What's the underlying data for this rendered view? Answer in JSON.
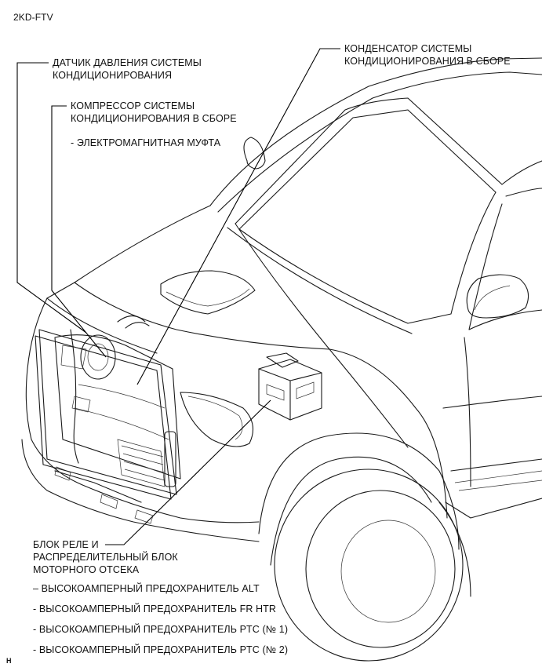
{
  "engine_code": "2KD-FTV",
  "labels": {
    "pressure_sensor": [
      "ДАТЧИК ДАВЛЕНИЯ СИСТЕМЫ",
      "КОНДИЦИОНИРОВАНИЯ"
    ],
    "compressor": [
      "КОМПРЕССОР СИСТЕМЫ",
      "КОНДИЦИОНИРОВАНИЯ В СБОРЕ"
    ],
    "compressor_sub": "- ЭЛЕКТРОМАГНИТНАЯ МУФТА",
    "condenser": [
      "КОНДЕНСАТОР СИСТЕМЫ",
      "КОНДИЦИОНИРОВАНИЯ В СБОРЕ"
    ],
    "relay_block": [
      "БЛОК РЕЛЕ И",
      "РАСПРЕДЕЛИТЕЛЬНЫЙ БЛОК",
      "МОТОРНОГО ОТСЕКА"
    ],
    "fuses": [
      "– ВЫСОКОАМПЕРНЫЙ ПРЕДОХРАНИТЕЛЬ ALT",
      "- ВЫСОКОАМПЕРНЫЙ ПРЕДОХРАНИТЕЛЬ FR HTR",
      "- ВЫСОКОАМПЕРНЫЙ ПРЕДОХРАНИТЕЛЬ PTC (№ 1)",
      "- ВЫСОКОАМПЕРНЫЙ ПРЕДОХРАНИТЕЛЬ PTC (№ 2)"
    ]
  },
  "footnote": "H"
}
